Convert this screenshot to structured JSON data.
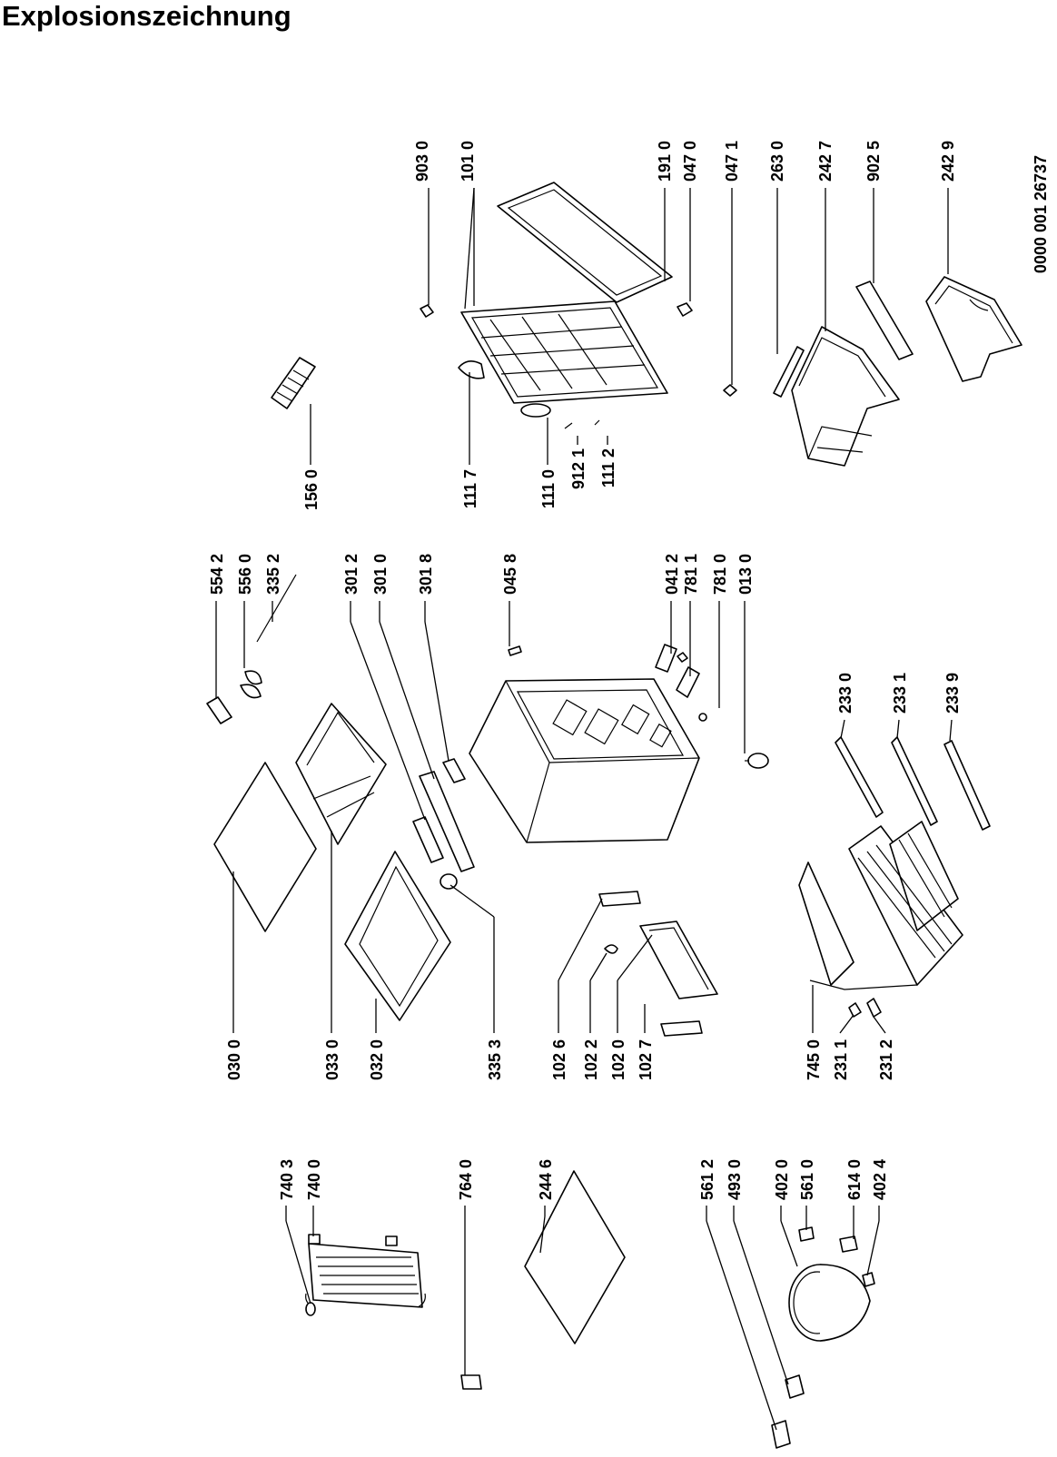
{
  "title": "Explosionszeichnung",
  "document_number": "0000 001 26737",
  "callouts": {
    "c9030": "903 0",
    "c1010": "101 0",
    "c1910": "191 0",
    "c0470": "047 0",
    "c0471": "047 1",
    "c2630": "263 0",
    "c2427": "242 7",
    "c9025": "902 5",
    "c2429": "242 9",
    "c1560": "156 0",
    "c1117": "111 7",
    "c1110": "111 0",
    "c9121": "912 1",
    "c1112": "111 2",
    "c5542": "554 2",
    "c5560": "556 0",
    "c3352": "335 2",
    "c3012": "301 2",
    "c3010": "301 0",
    "c3018": "301 8",
    "c0458": "045 8",
    "c0412": "041 2",
    "c7811": "781 1",
    "c7810": "781 0",
    "c0130": "013 0",
    "c2330": "233 0",
    "c2331": "233 1",
    "c2339": "233 9",
    "c0300": "030 0",
    "c0330": "033 0",
    "c0320": "032 0",
    "c3353": "335 3",
    "c1026": "102 6",
    "c1022": "102 2",
    "c1020": "102 0",
    "c1027": "102 7",
    "c7450": "745 0",
    "c2311": "231 1",
    "c2312": "231 2",
    "c7403": "740 3",
    "c7400": "740 0",
    "c7640": "764 0",
    "c2446": "244 6",
    "c5612": "561 2",
    "c4930": "493 0",
    "c4020": "402 0",
    "c5610": "561 0",
    "c6140": "614 0",
    "c4024": "402 4"
  }
}
